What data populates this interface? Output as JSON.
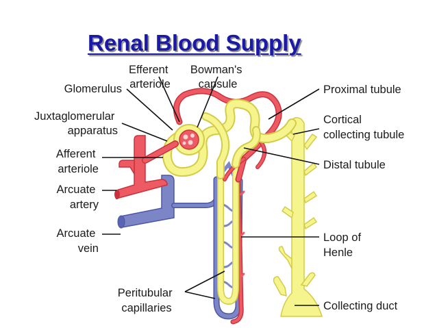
{
  "title": "Renal Blood Supply",
  "labels": {
    "efferent_arteriole": [
      "Efferent",
      "arteriole"
    ],
    "bowmans_capsule": [
      "Bowman's",
      "capsule"
    ],
    "glomerulus": "Glomerulus",
    "juxtaglomerular_apparatus": [
      "Juxtaglomerular",
      "apparatus"
    ],
    "afferent_arteriole": [
      "Afferent",
      "arteriole"
    ],
    "arcuate_artery": [
      "Arcuate",
      "artery"
    ],
    "arcuate_vein": [
      "Arcuate",
      "vein"
    ],
    "peritubular_capillaries": [
      "Peritubular",
      "capillaries"
    ],
    "proximal_tubule": "Proximal tubule",
    "cortical_collecting_tubule": [
      "Cortical",
      "collecting tubule"
    ],
    "distal_tubule": "Distal tubule",
    "loop_of_henle": [
      "Loop of",
      "Henle"
    ],
    "collecting_duct": "Collecting duct"
  },
  "colors": {
    "title": "#1a1aa6",
    "artery": "#ee5a63",
    "artery_edge": "#c8323c",
    "vein": "#7c86c6",
    "vein_edge": "#4c56a4",
    "tubule": "#f6f48c",
    "tubule_edge": "#d2cc48",
    "leader": "#111111"
  }
}
